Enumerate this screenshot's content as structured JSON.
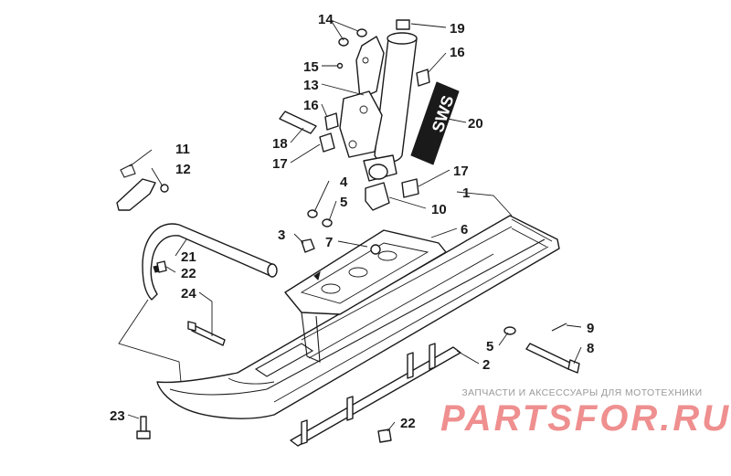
{
  "diagram": {
    "callouts": [
      {
        "id": "c14",
        "label": "14"
      },
      {
        "id": "c19",
        "label": "19"
      },
      {
        "id": "c16a",
        "label": "16"
      },
      {
        "id": "c15",
        "label": "15"
      },
      {
        "id": "c13",
        "label": "13"
      },
      {
        "id": "c16b",
        "label": "16"
      },
      {
        "id": "c20",
        "label": "20"
      },
      {
        "id": "c18",
        "label": "18"
      },
      {
        "id": "c17a",
        "label": "17"
      },
      {
        "id": "c11",
        "label": "11"
      },
      {
        "id": "c12",
        "label": "12"
      },
      {
        "id": "c17b",
        "label": "17"
      },
      {
        "id": "c4",
        "label": "4"
      },
      {
        "id": "c1",
        "label": "1"
      },
      {
        "id": "c5a",
        "label": "5"
      },
      {
        "id": "c10",
        "label": "10"
      },
      {
        "id": "c3",
        "label": "3"
      },
      {
        "id": "c7",
        "label": "7"
      },
      {
        "id": "c6",
        "label": "6"
      },
      {
        "id": "c21",
        "label": "21"
      },
      {
        "id": "c22a",
        "label": "22"
      },
      {
        "id": "c24",
        "label": "24"
      },
      {
        "id": "c9",
        "label": "9"
      },
      {
        "id": "c5b",
        "label": "5"
      },
      {
        "id": "c8",
        "label": "8"
      },
      {
        "id": "c2",
        "label": "2"
      },
      {
        "id": "c23",
        "label": "23"
      },
      {
        "id": "c22b",
        "label": "22"
      }
    ],
    "decal_text": "SWS"
  },
  "watermark": {
    "caption": "ЗАПЧАСТИ И АКСЕССУАРЫ ДЛЯ МОТОТЕХНИКИ",
    "logo": "PARTSFOR.RU",
    "logo_color": "#ef8f8f",
    "caption_color": "#9a9a9a"
  }
}
